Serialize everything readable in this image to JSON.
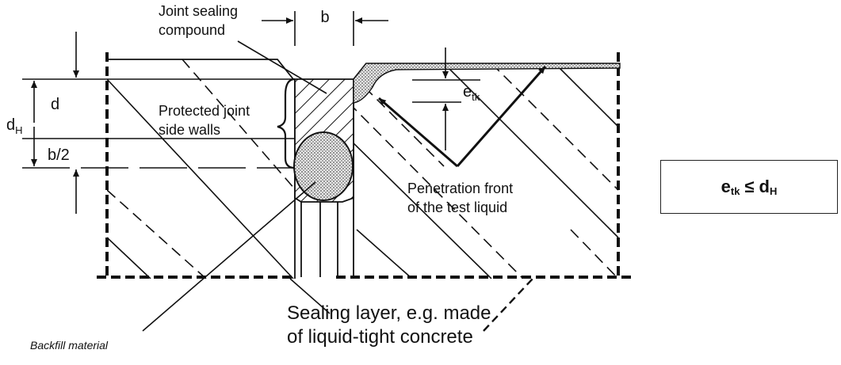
{
  "labels": {
    "joint_sealing_line1": "Joint sealing",
    "joint_sealing_line2": "compound",
    "protected_line1": "Protected joint",
    "protected_line2": "side walls",
    "penetration_line1": "Penetration front",
    "penetration_line2": "of the test liquid",
    "sealing_layer_line1": "Sealing layer, e.g. made",
    "sealing_layer_line2": "of liquid-tight concrete",
    "backfill": "Backfill material"
  },
  "dimensions": {
    "b": "b",
    "d": "d",
    "dH_main": "d",
    "dH_sub": "H",
    "b_half": "b/2",
    "etk_main": "e",
    "etk_sub": "tk"
  },
  "criterion": {
    "e": "e",
    "e_sub": "tk",
    "op": "≤",
    "d": "d",
    "d_sub": "H"
  },
  "colors": {
    "line": "#111111",
    "stipple": "#9a9a9a",
    "background": "#ffffff"
  }
}
